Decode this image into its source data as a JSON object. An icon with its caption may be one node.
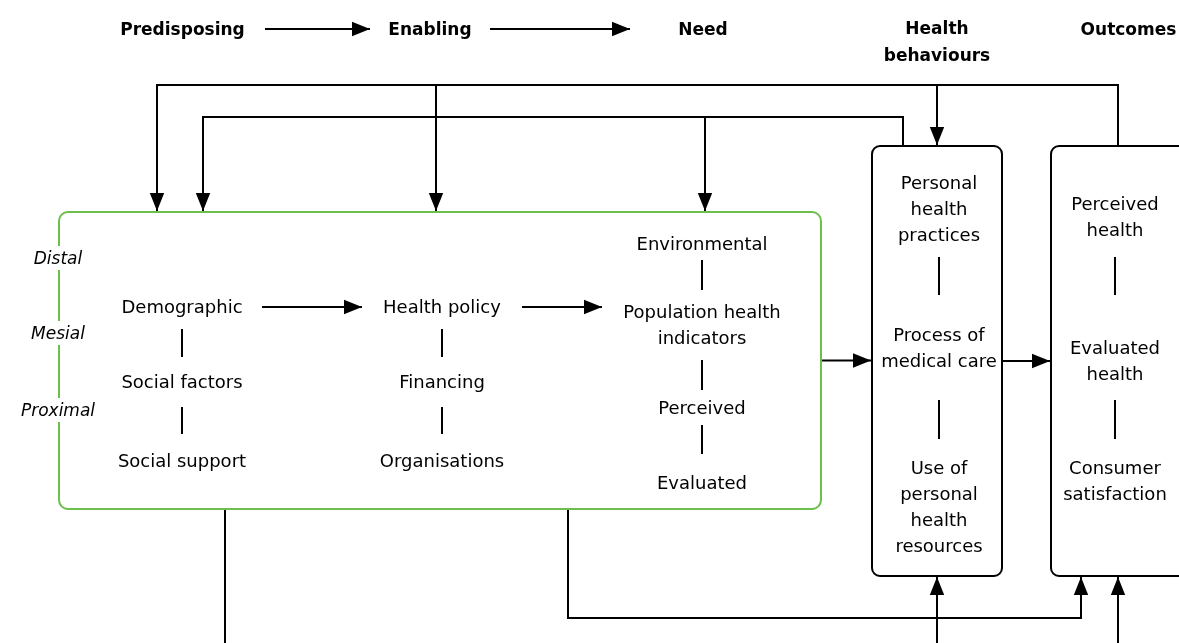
{
  "diagram": {
    "nodes": [
      {
        "text": [
          "Predisposing"
        ]
      },
      {
        "text": [
          "Enabling"
        ]
      },
      {
        "text": [
          "Need"
        ]
      },
      {
        "text": [
          "Health behaviours"
        ]
      },
      {
        "text": [
          "Outcomes"
        ]
      },
      {
        "text": [],
        "shape": "box"
      },
      {
        "text": [
          "Demographic"
        ],
        "in": 5
      },
      {
        "text": [
          "Social factors"
        ],
        "in": 5
      },
      {
        "text": [
          "Social support"
        ],
        "in": 5
      },
      {
        "text": [
          "Health policy"
        ],
        "in": 5
      },
      {
        "text": [
          "Financing"
        ],
        "in": 5
      },
      {
        "text": [
          "Organisations"
        ],
        "in": 5
      },
      {
        "text": [
          "Environmental"
        ],
        "in": 5
      },
      {
        "text": [
          "Population health indicators"
        ],
        "in": 5
      },
      {
        "text": [
          "Perceived"
        ],
        "in": 5
      },
      {
        "text": [
          "Evaluated"
        ],
        "in": 5
      },
      {
        "text": [],
        "shape": "box"
      },
      {
        "text": [
          "Personal health practices"
        ],
        "in": 16
      },
      {
        "text": [
          "Process of medical care"
        ],
        "in": 16
      },
      {
        "text": [
          "Use of personal health resources"
        ],
        "in": 16
      },
      {
        "text": [],
        "shape": "box"
      },
      {
        "text": [
          "Perceived health"
        ],
        "in": 20
      },
      {
        "text": [
          "Evaluated health"
        ],
        "in": 20
      },
      {
        "text": [
          "Consumer satisfaction"
        ],
        "in": 20
      }
    ],
    "edges": [
      {
        "from": 0,
        "to": 1,
        "arrow": "to"
      },
      {
        "from": 1,
        "to": 2,
        "arrow": "to"
      },
      {
        "from": 6,
        "to": 7,
        "arrow": "none"
      },
      {
        "from": 7,
        "to": 8,
        "arrow": "none"
      },
      {
        "from": 9,
        "to": 10,
        "arrow": "none"
      },
      {
        "from": 10,
        "to": 11,
        "arrow": "none"
      },
      {
        "from": 12,
        "to": 13,
        "arrow": "none"
      },
      {
        "from": 13,
        "to": 14,
        "arrow": "none"
      },
      {
        "from": 14,
        "to": 15,
        "arrow": "none"
      },
      {
        "from": 6,
        "to": 9,
        "arrow": "to"
      },
      {
        "from": 9,
        "to": 13,
        "arrow": "to"
      },
      {
        "from": 17,
        "to": 18,
        "arrow": "none"
      },
      {
        "from": 18,
        "to": 19,
        "arrow": "none"
      },
      {
        "from": 21,
        "to": 22,
        "arrow": "none"
      },
      {
        "from": 22,
        "to": 23,
        "arrow": "none"
      },
      {
        "from": 5,
        "to": 16,
        "arrow": "to"
      },
      {
        "from": 16,
        "to": 20,
        "arrow": "to"
      },
      {
        "from": 20,
        "to": 5,
        "arrow": "to"
      },
      {
        "from": 20,
        "to": 5,
        "arrow": "to"
      },
      {
        "from": 20,
        "to": 16,
        "arrow": "to"
      },
      {
        "from": 16,
        "to": 5,
        "arrow": "to"
      },
      {
        "from": 16,
        "to": 5,
        "arrow": "to"
      },
      {
        "from": 5,
        "to": null,
        "arrow": "none"
      },
      {
        "from": 5,
        "to": 20,
        "arrow": "to"
      },
      {
        "from": null,
        "to": 16,
        "arrow": "to"
      },
      {
        "from": null,
        "to": 20,
        "arrow": "to"
      }
    ],
    "labels": [
      "Distal",
      "Mesial",
      "Proximal"
    ]
  }
}
